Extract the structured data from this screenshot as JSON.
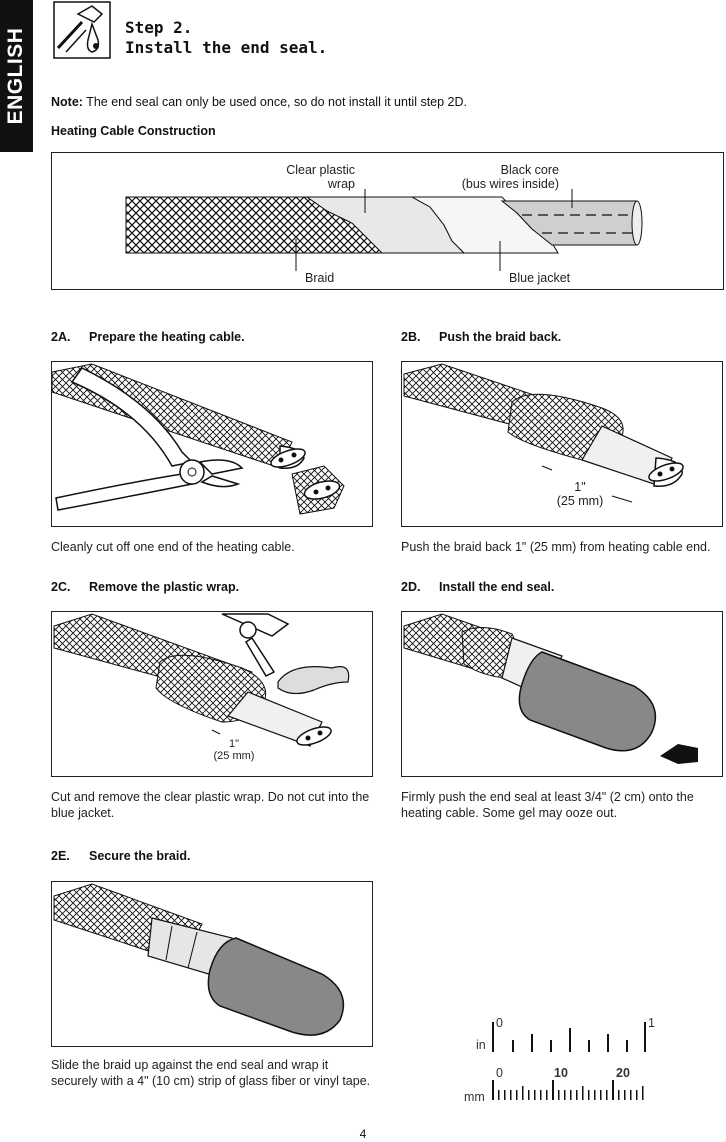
{
  "language_tab": "ENGLISH",
  "step": {
    "line1": "Step 2.",
    "line2": "Install the end seal."
  },
  "note": {
    "label": "Note:",
    "text": " The end seal can only be used once, so do not install it until step 2D."
  },
  "construction": {
    "title": "Heating Cable Construction",
    "labels": {
      "clear_wrap_1": "Clear plastic",
      "clear_wrap_2": "wrap",
      "black_core_1": "Black core",
      "black_core_2": "(bus wires inside)",
      "braid": "Braid",
      "blue_jacket": "Blue jacket"
    }
  },
  "steps": [
    {
      "num": "2A.",
      "title": "Prepare the heating cable.",
      "caption": "Cleanly cut off one end of the heating cable."
    },
    {
      "num": "2B.",
      "title": "Push the braid back.",
      "caption": "Push the braid back 1\" (25 mm) from heating cable end.",
      "dim_1": "1\"",
      "dim_2": "(25 mm)"
    },
    {
      "num": "2C.",
      "title": "Remove the plastic wrap.",
      "caption": "Cut and remove the clear plastic wrap. Do not cut into the blue jacket.",
      "dim_1": "1\"",
      "dim_2": "(25 mm)"
    },
    {
      "num": "2D.",
      "title": "Install the end seal.",
      "caption": "Firmly push the end seal at least 3/4\" (2 cm) onto the heating cable. Some gel may ooze out."
    },
    {
      "num": "2E.",
      "title": "Secure the braid.",
      "caption": "Slide the braid up against the end seal and wrap it securely with a 4\" (10 cm) strip of glass fiber or vinyl tape."
    }
  ],
  "ruler": {
    "in_label": "in",
    "in_0": "0",
    "in_1": "1",
    "mm_label": "mm",
    "mm_0": "0",
    "mm_10": "10",
    "mm_20": "20"
  },
  "page_number": "4"
}
